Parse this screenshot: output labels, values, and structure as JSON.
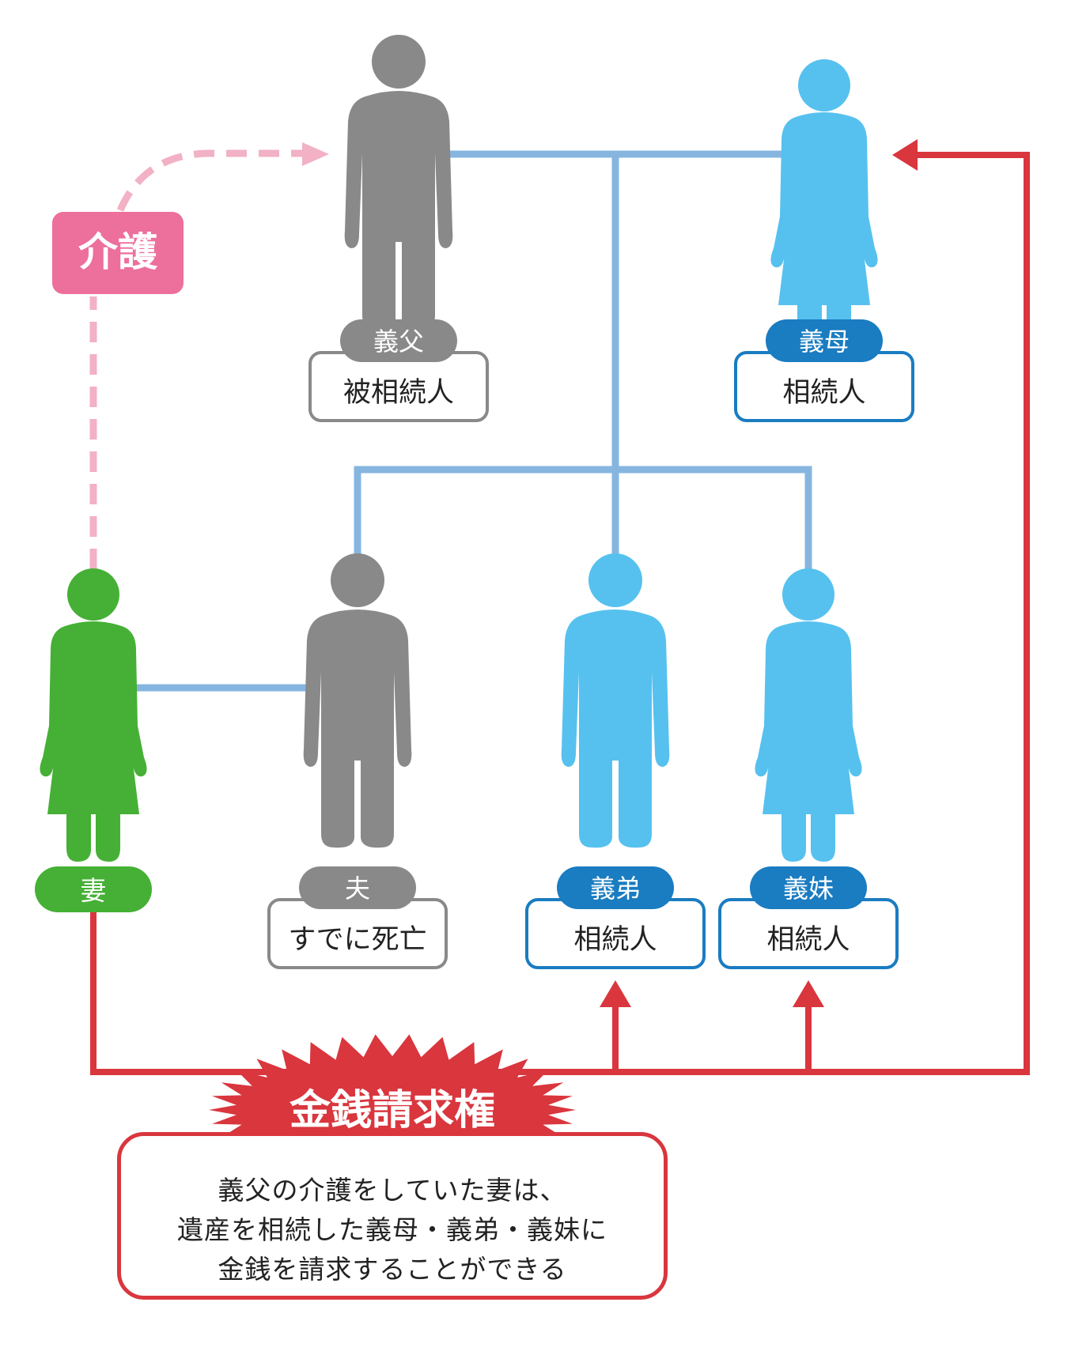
{
  "care": {
    "label": "介護"
  },
  "people": {
    "father_in_law": {
      "name": "義父",
      "role": "被相続人"
    },
    "mother_in_law": {
      "name": "義母",
      "role": "相続人"
    },
    "wife": {
      "name": "妻"
    },
    "husband": {
      "name": "夫",
      "role": "すでに死亡"
    },
    "brother_in_law": {
      "name": "義弟",
      "role": "相続人"
    },
    "sister_in_law": {
      "name": "義妹",
      "role": "相続人"
    }
  },
  "claim": {
    "title": "金銭請求権",
    "lines": [
      "義父の介護をしていた妻は、",
      "遺産を相続した義母・義弟・義妹に",
      "金銭を請求することができる"
    ]
  },
  "colors": {
    "gray": "#898989",
    "light_blue": "#56c1ef",
    "dark_blue": "#1a7cc1",
    "green": "#45b035",
    "pink": "#ec6f9c",
    "pink_light": "#f2b1c5",
    "red": "#d9363e",
    "line_blue": "#86b6e0"
  }
}
